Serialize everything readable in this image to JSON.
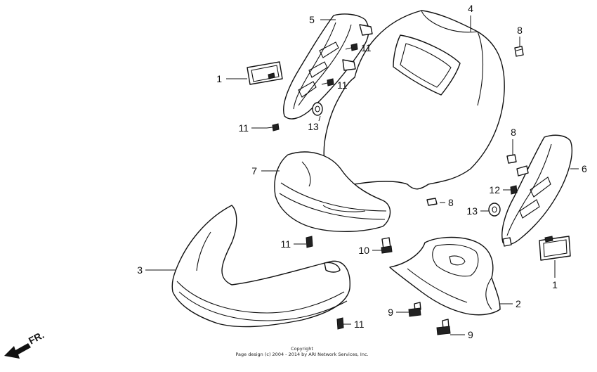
{
  "callouts": {
    "c1a": "1",
    "c1b": "1",
    "c2": "2",
    "c3": "3",
    "c4": "4",
    "c5": "5",
    "c6": "6",
    "c7": "7",
    "c8a": "8",
    "c8b": "8",
    "c8c": "8",
    "c9a": "9",
    "c9b": "9",
    "c10": "10",
    "c11a": "11",
    "c11b": "11",
    "c11c": "11",
    "c11d": "11",
    "c11e": "11",
    "c12": "12",
    "c13a": "13",
    "c13b": "13"
  },
  "direction_label": "FR.",
  "copyright": {
    "line1": "Copyright",
    "line2": "Page design (c) 2004 - 2014 by ARI Network Services, Inc."
  }
}
